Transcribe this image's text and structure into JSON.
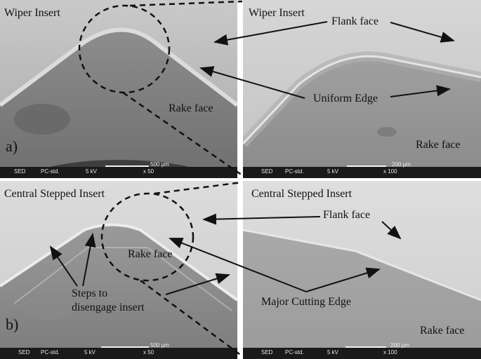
{
  "figure": {
    "panels": [
      {
        "id": "a-left",
        "title": "Wiper Insert",
        "letter": "a)",
        "info": {
          "det": "SED",
          "mode": "PC-std.",
          "kv": "5 kV",
          "scale": "500 µm",
          "mag": "x 50"
        },
        "labels": {
          "rake": "Rake face"
        }
      },
      {
        "id": "a-right",
        "title": "Wiper Insert",
        "info": {
          "det": "SED",
          "mode": "PC-std.",
          "kv": "5 kV",
          "scale": "200 µm",
          "mag": "x 100"
        },
        "labels": {
          "flank": "Flank face",
          "edge": "Uniform Edge",
          "rake": "Rake face"
        }
      },
      {
        "id": "b-left",
        "title": "Central Stepped Insert",
        "letter": "b)",
        "info": {
          "det": "SED",
          "mode": "PC-std.",
          "kv": "5 kV",
          "scale": "500 µm",
          "mag": "x 50"
        },
        "labels": {
          "rake": "Rake face",
          "steps_1": "Steps to",
          "steps_2": "disengage insert"
        }
      },
      {
        "id": "b-right",
        "title": "Central Stepped Insert",
        "info": {
          "det": "SED",
          "mode": "PC-std.",
          "kv": "5 kV",
          "scale": "200 µm",
          "mag": "x 100"
        },
        "labels": {
          "flank": "Flank face",
          "edge": "Major Cutting Edge",
          "rake": "Rake face"
        }
      }
    ]
  }
}
